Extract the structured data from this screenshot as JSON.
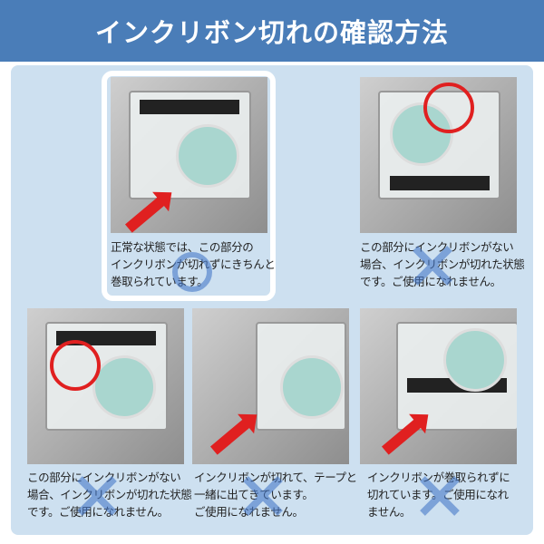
{
  "header": {
    "title": "インクリボン切れの確認方法"
  },
  "items": [
    {
      "status": "ok",
      "text": "正常な状態では、この部分の\nインクリボンが切れずにきちんと\n巻取られています。"
    },
    {
      "status": "ng",
      "text": "この部分にインクリボンがない\n場合、インクリボンが切れた状態\nです。ご使用になれません。"
    },
    {
      "status": "ng",
      "text": "この部分にインクリボンがない\n場合、インクリボンが切れた状態\nです。ご使用になれません。"
    },
    {
      "status": "ng",
      "text": "インクリボンが切れて、テープと\n一緒に出てきています。\nご使用になれません。"
    },
    {
      "status": "ng",
      "text": "インクリボンが巻取られずに\n切れています。ご使用になれ\nません。"
    }
  ],
  "colors": {
    "header": "#4a7db8",
    "panel": "#cde0f0",
    "highlight": "#e02020",
    "mark": "#4678c8"
  }
}
